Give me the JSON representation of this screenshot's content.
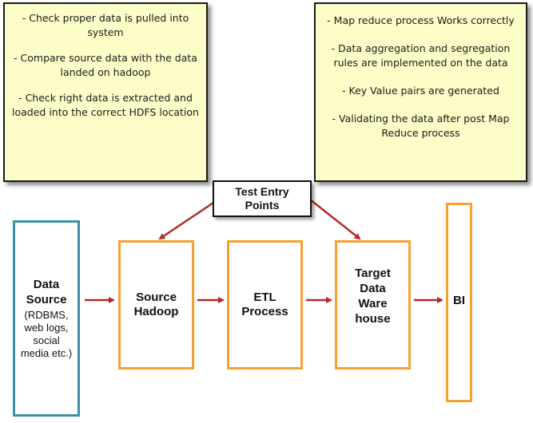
{
  "notes": {
    "left": [
      "- Check proper data is pulled into system",
      "- Compare source data with the data landed on hadoop",
      "- Check right data is extracted and loaded into the correct HDFS location"
    ],
    "right": [
      "- Map reduce process Works correctly",
      "- Data aggregation and segregation rules are implemented on the data",
      "- Key Value pairs are generated",
      "- Validating the data after post Map Reduce process"
    ]
  },
  "test_entry": {
    "line1": "Test Entry",
    "line2": "Points"
  },
  "data_source": {
    "title1": "Data",
    "title2": "Source",
    "sub1": "(RDBMS,",
    "sub2": "web logs,",
    "sub3": "social",
    "sub4": "media etc.)"
  },
  "source_hadoop": {
    "line1": "Source",
    "line2": "Hadoop"
  },
  "etl": {
    "line1": "ETL",
    "line2": "Process"
  },
  "target_dw": {
    "line1": "Target",
    "line2": "Data",
    "line3": "Ware",
    "line4": "house"
  },
  "bi": {
    "label": "BI"
  },
  "colors": {
    "arrow": "#b22a2a",
    "stage_border": "#f5a033",
    "source_border": "#3f8fa8",
    "note_bg": "#fdfdc8"
  }
}
